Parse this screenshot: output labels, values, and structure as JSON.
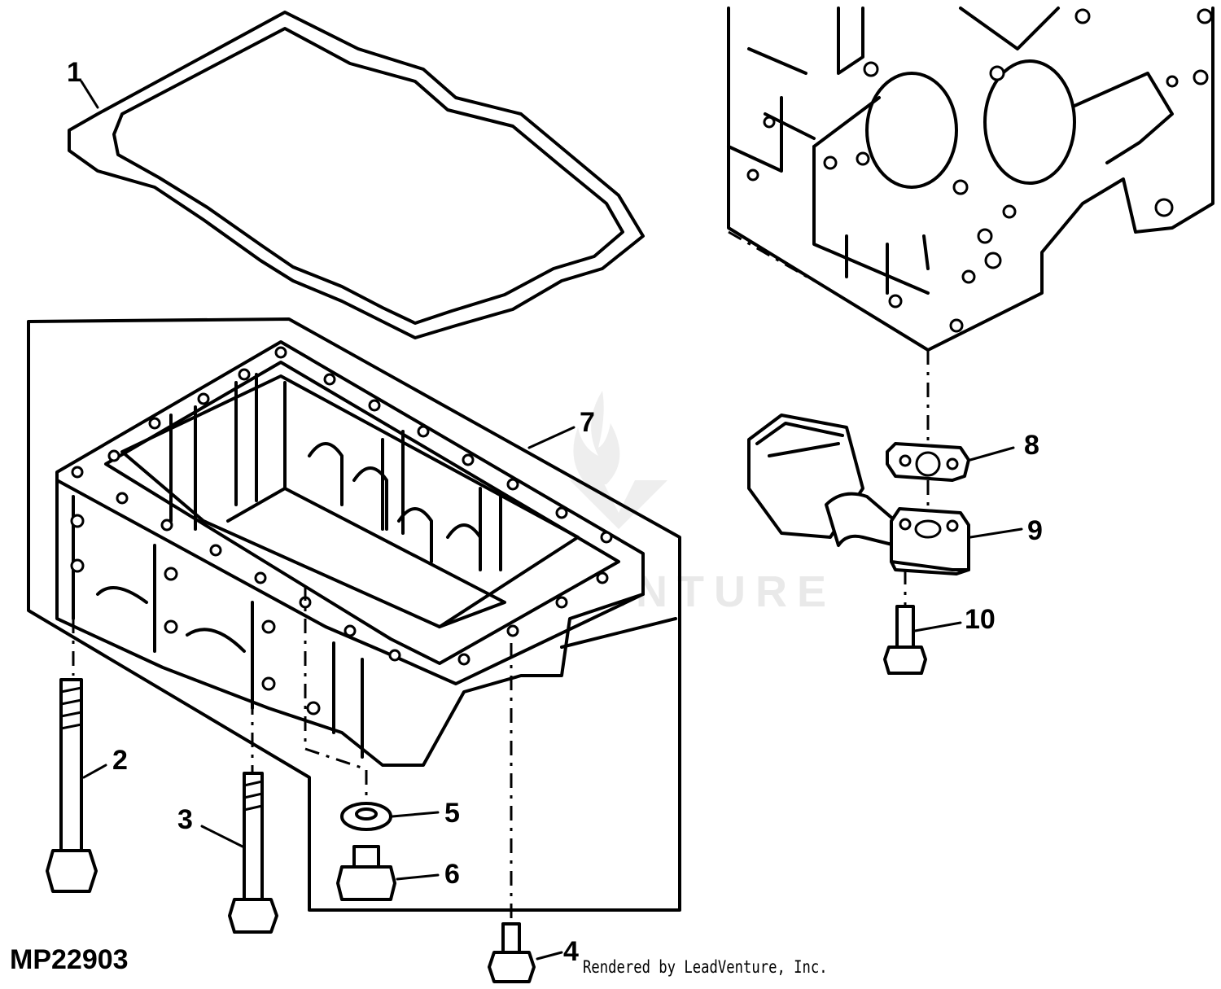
{
  "figure_id": "MP22903",
  "watermark": "LEADVENTURE",
  "footer_credit": "Rendered by LeadVenture, Inc.",
  "callouts": [
    {
      "id": "1",
      "label": "1"
    },
    {
      "id": "2",
      "label": "2"
    },
    {
      "id": "3",
      "label": "3"
    },
    {
      "id": "4",
      "label": "4"
    },
    {
      "id": "5",
      "label": "5"
    },
    {
      "id": "6",
      "label": "6"
    },
    {
      "id": "7",
      "label": "7"
    },
    {
      "id": "8",
      "label": "8"
    },
    {
      "id": "9",
      "label": "9"
    },
    {
      "id": "10",
      "label": "10"
    }
  ]
}
